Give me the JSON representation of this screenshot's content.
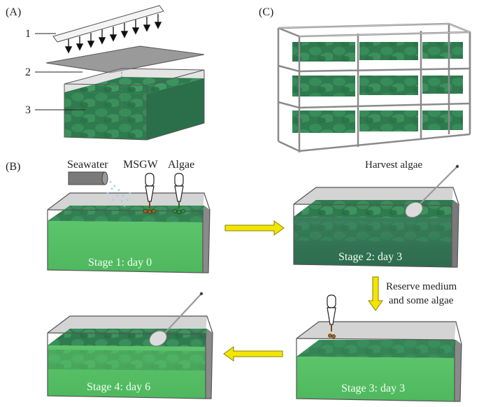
{
  "panels": {
    "a": "(A)",
    "b": "(B)",
    "c": "(C)"
  },
  "parts": {
    "p1": "1",
    "p2": "2",
    "p3": "3"
  },
  "inputs": {
    "seawater": "Seawater",
    "msgw": "MSGW",
    "algae": "Algae"
  },
  "notes": {
    "harvest": "Harvest algae",
    "reserve_line1": "Reserve medium",
    "reserve_line2": "and some algae"
  },
  "stages": [
    {
      "label": "Stage 1: day 0"
    },
    {
      "label": "Stage 2: day 3"
    },
    {
      "label": "Stage 3: day 3"
    },
    {
      "label": "Stage 4: day 6"
    }
  ],
  "colors": {
    "water_light": "#5fc46a",
    "water_dark": "#2f7a52",
    "water_top": "#3e8f5e",
    "arrow_fill": "#f2e600",
    "glass": "#d9d9d9"
  }
}
